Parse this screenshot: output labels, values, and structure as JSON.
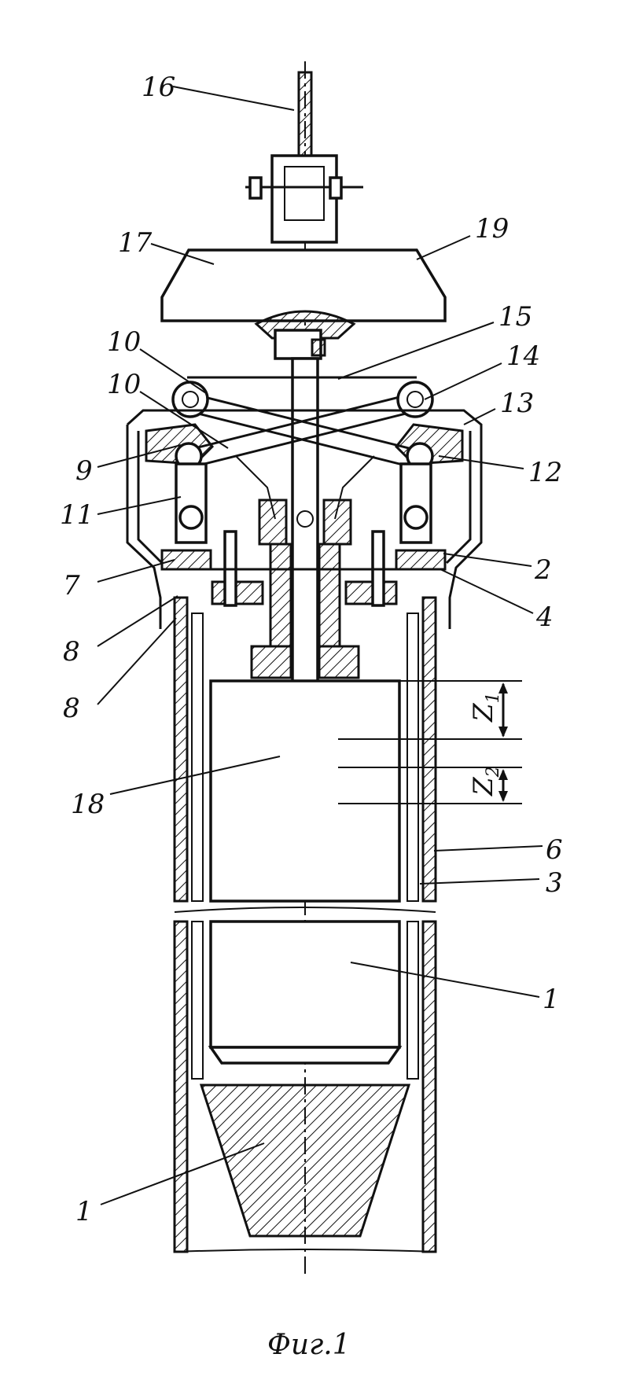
{
  "figure": {
    "caption": "Фиг.1",
    "labels": [
      {
        "id": "l16",
        "text": "16"
      },
      {
        "id": "l17",
        "text": "17"
      },
      {
        "id": "l19",
        "text": "19"
      },
      {
        "id": "l15",
        "text": "15"
      },
      {
        "id": "l10a",
        "text": "10"
      },
      {
        "id": "l10b",
        "text": "10"
      },
      {
        "id": "l14",
        "text": "14"
      },
      {
        "id": "l13",
        "text": "13"
      },
      {
        "id": "l9",
        "text": "9"
      },
      {
        "id": "l12",
        "text": "12"
      },
      {
        "id": "l11",
        "text": "11"
      },
      {
        "id": "l2",
        "text": "2"
      },
      {
        "id": "l7",
        "text": "7"
      },
      {
        "id": "l4",
        "text": "4"
      },
      {
        "id": "l8a",
        "text": "8"
      },
      {
        "id": "l8b",
        "text": "8"
      },
      {
        "id": "l18",
        "text": "18"
      },
      {
        "id": "l6",
        "text": "6"
      },
      {
        "id": "l3",
        "text": "3"
      },
      {
        "id": "l1a",
        "text": "1"
      },
      {
        "id": "l1b",
        "text": "1"
      }
    ],
    "dimensions": [
      {
        "id": "z1",
        "main": "Z",
        "sub": "1"
      },
      {
        "id": "z2",
        "main": "Z",
        "sub": "2"
      }
    ]
  }
}
